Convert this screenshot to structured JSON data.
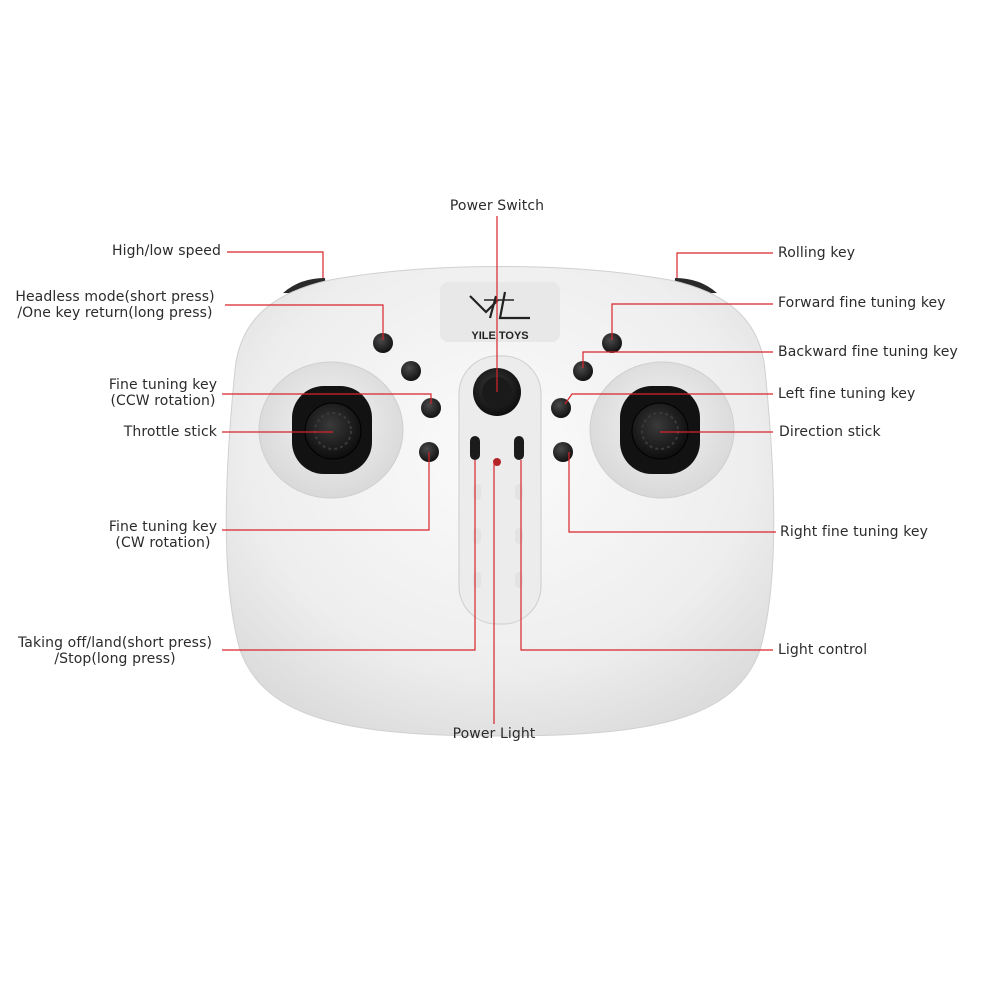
{
  "brand": {
    "logo_text": "YILE TOYS"
  },
  "colors": {
    "leader": "#d8242b",
    "body": "#f1f1f1",
    "button": "#1b1b1b"
  },
  "labels": {
    "power_switch": "Power Switch",
    "high_low_speed": "High/low speed",
    "rolling_key": "Rolling key",
    "headless_mode_1": "Headless mode(short press)",
    "headless_mode_2": "/One key return(long press)",
    "forward_fine_tuning_key": "Forward fine tuning key",
    "backward_fine_tuning_key": "Backward fine tuning key",
    "fine_tuning_ccw_1": "Fine tuning key",
    "fine_tuning_ccw_2": "(CCW rotation)",
    "left_fine_tuning_key": "Left fine tuning key",
    "throttle_stick": "Throttle stick",
    "direction_stick": "Direction stick",
    "fine_tuning_cw_1": "Fine tuning key",
    "fine_tuning_cw_2": "(CW rotation)",
    "right_fine_tuning_key": "Right fine tuning key",
    "taking_off_1": "Taking off/land(short press)",
    "taking_off_2": "/Stop(long press)",
    "light_control": "Light control",
    "power_light": "Power Light"
  }
}
